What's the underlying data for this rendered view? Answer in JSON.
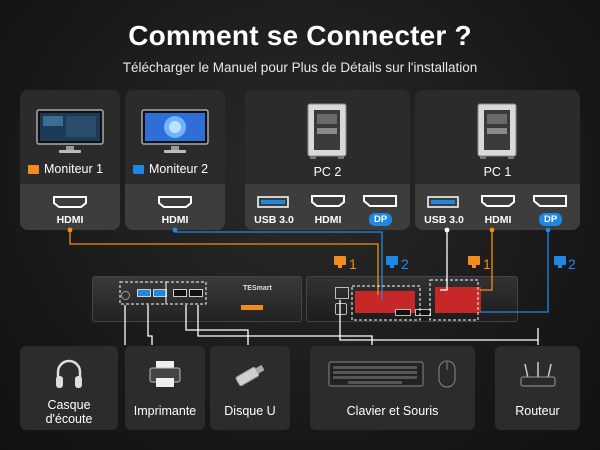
{
  "header": {
    "title": "Comment se Connecter ?",
    "subtitle": "Télécharger le Manuel pour Plus de Détails sur l'installation"
  },
  "monitors": [
    {
      "name": "Moniteur 1",
      "port": "HDMI"
    },
    {
      "name": "Moniteur 2",
      "port": "HDMI"
    }
  ],
  "pcs": [
    {
      "name": "PC 2",
      "ports": [
        "USB 3.0",
        "HDMI",
        "DP"
      ]
    },
    {
      "name": "PC 1",
      "ports": [
        "USB 3.0",
        "HDMI",
        "DP"
      ]
    }
  ],
  "kvm": {
    "brand": "TESmart",
    "markers": [
      "1",
      "2",
      "1",
      "2"
    ]
  },
  "peripherals": [
    {
      "name": "Casque\nd'écoute",
      "line1": "Casque",
      "line2": "d'écoute"
    },
    {
      "name": "Imprimante"
    },
    {
      "name": "Disque U"
    },
    {
      "name": "Clavier et Souris"
    },
    {
      "name": "Routeur"
    }
  ],
  "colors": {
    "orange": "#f28c1e",
    "blue": "#1e88e5",
    "red_panel": "#c62828",
    "card_top": "#2b2b2b",
    "card_bottom": "#3d3d3d"
  }
}
